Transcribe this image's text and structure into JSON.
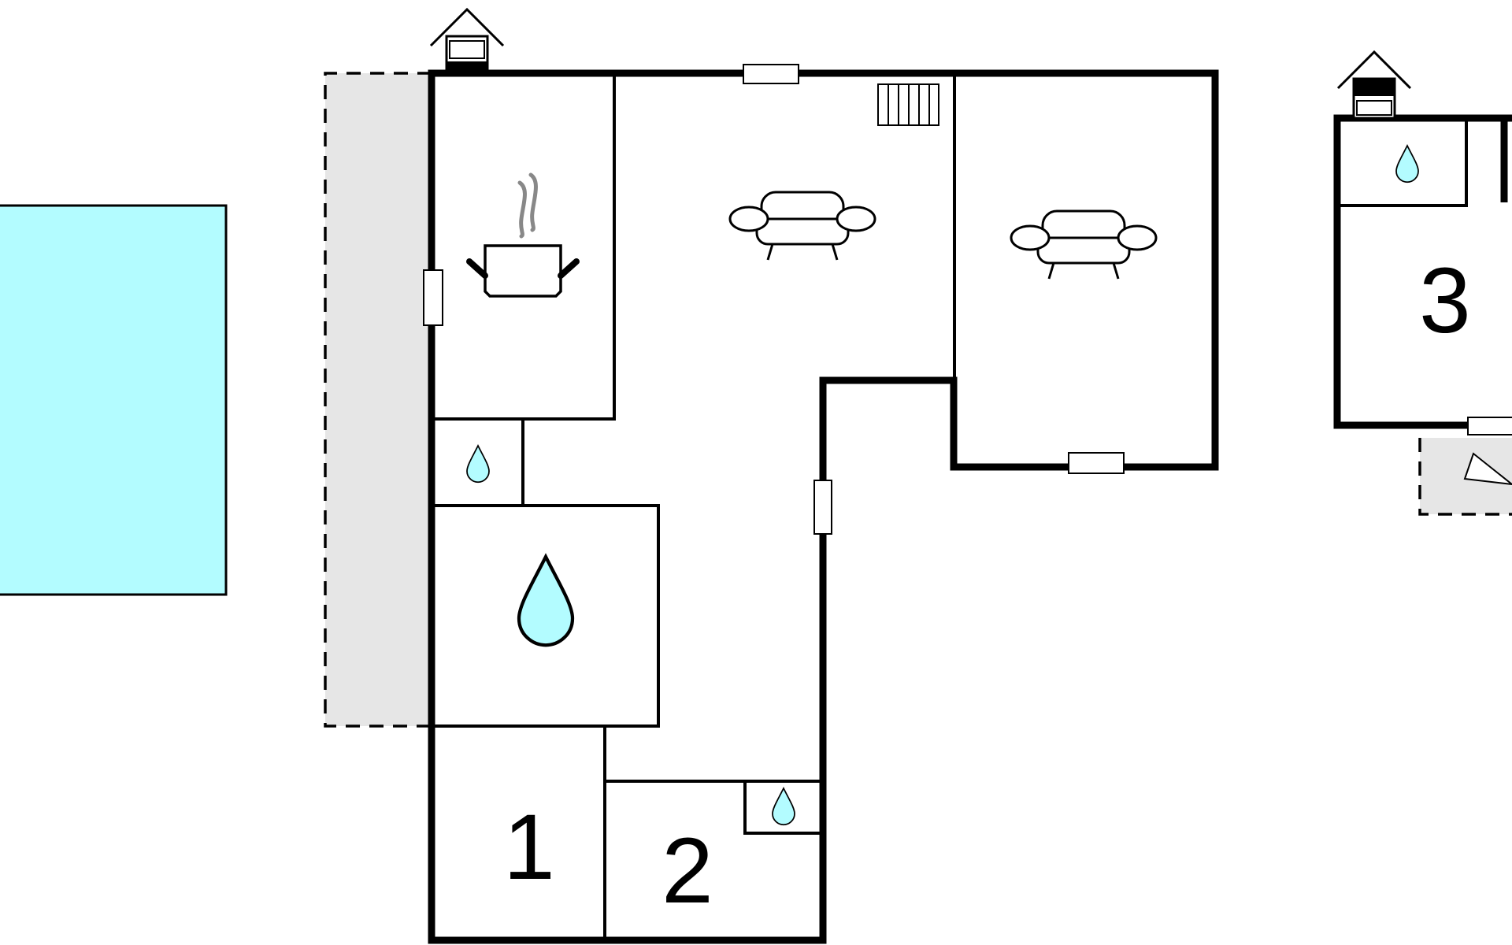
{
  "rooms": {
    "bedroom_1": {
      "label": "1"
    },
    "bedroom_2": {
      "label": "2"
    },
    "bedroom_3": {
      "label": "3"
    }
  },
  "icons": {
    "entrance": "house-icon",
    "kitchen": "cooking-pot-icon",
    "living": "sofa-icon",
    "bathroom": "water-drop-icon",
    "stairs": "stairs-icon",
    "pool": "pool-area"
  },
  "colors": {
    "pool": "#b3fcff",
    "water_drop": "#b3fcff",
    "terrace": "#e6e6e6",
    "wall": "#000000"
  }
}
